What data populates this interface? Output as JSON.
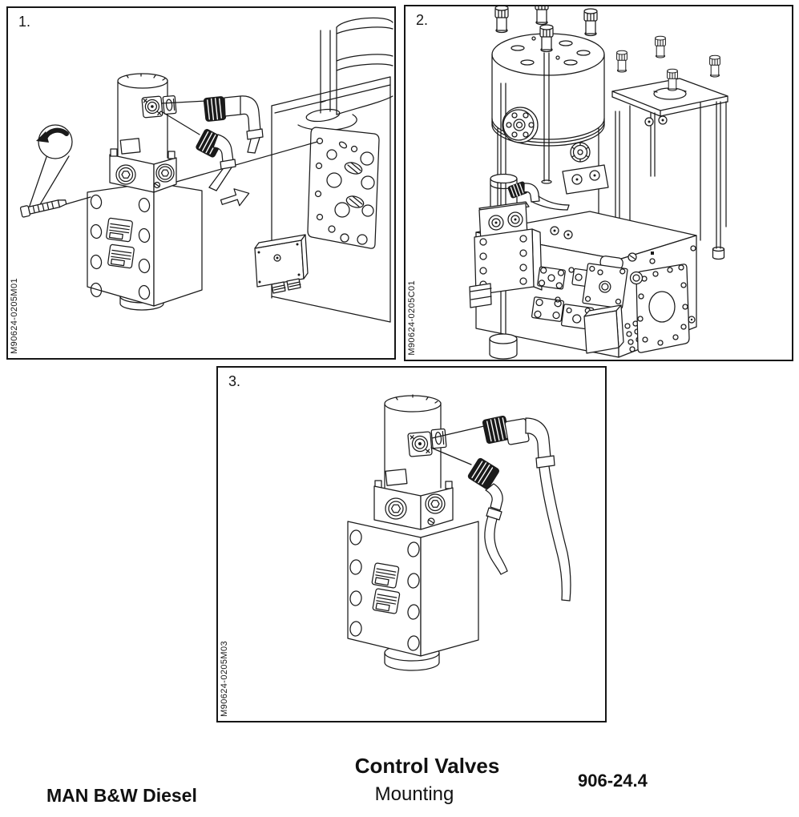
{
  "footer": {
    "publisher": "MAN B&W Diesel",
    "title": "Control Valves",
    "subtitle": "Mounting",
    "section_number": "906-24.4"
  },
  "figures": [
    {
      "label": "1.",
      "code": "M90624-0205M01"
    },
    {
      "label": "2.",
      "code": "M90624-0205C01"
    },
    {
      "label": "3.",
      "code": "M90624-0205M03"
    }
  ],
  "colors": {
    "line": "#1a1a1a",
    "background": "#ffffff",
    "border": "#161616"
  }
}
